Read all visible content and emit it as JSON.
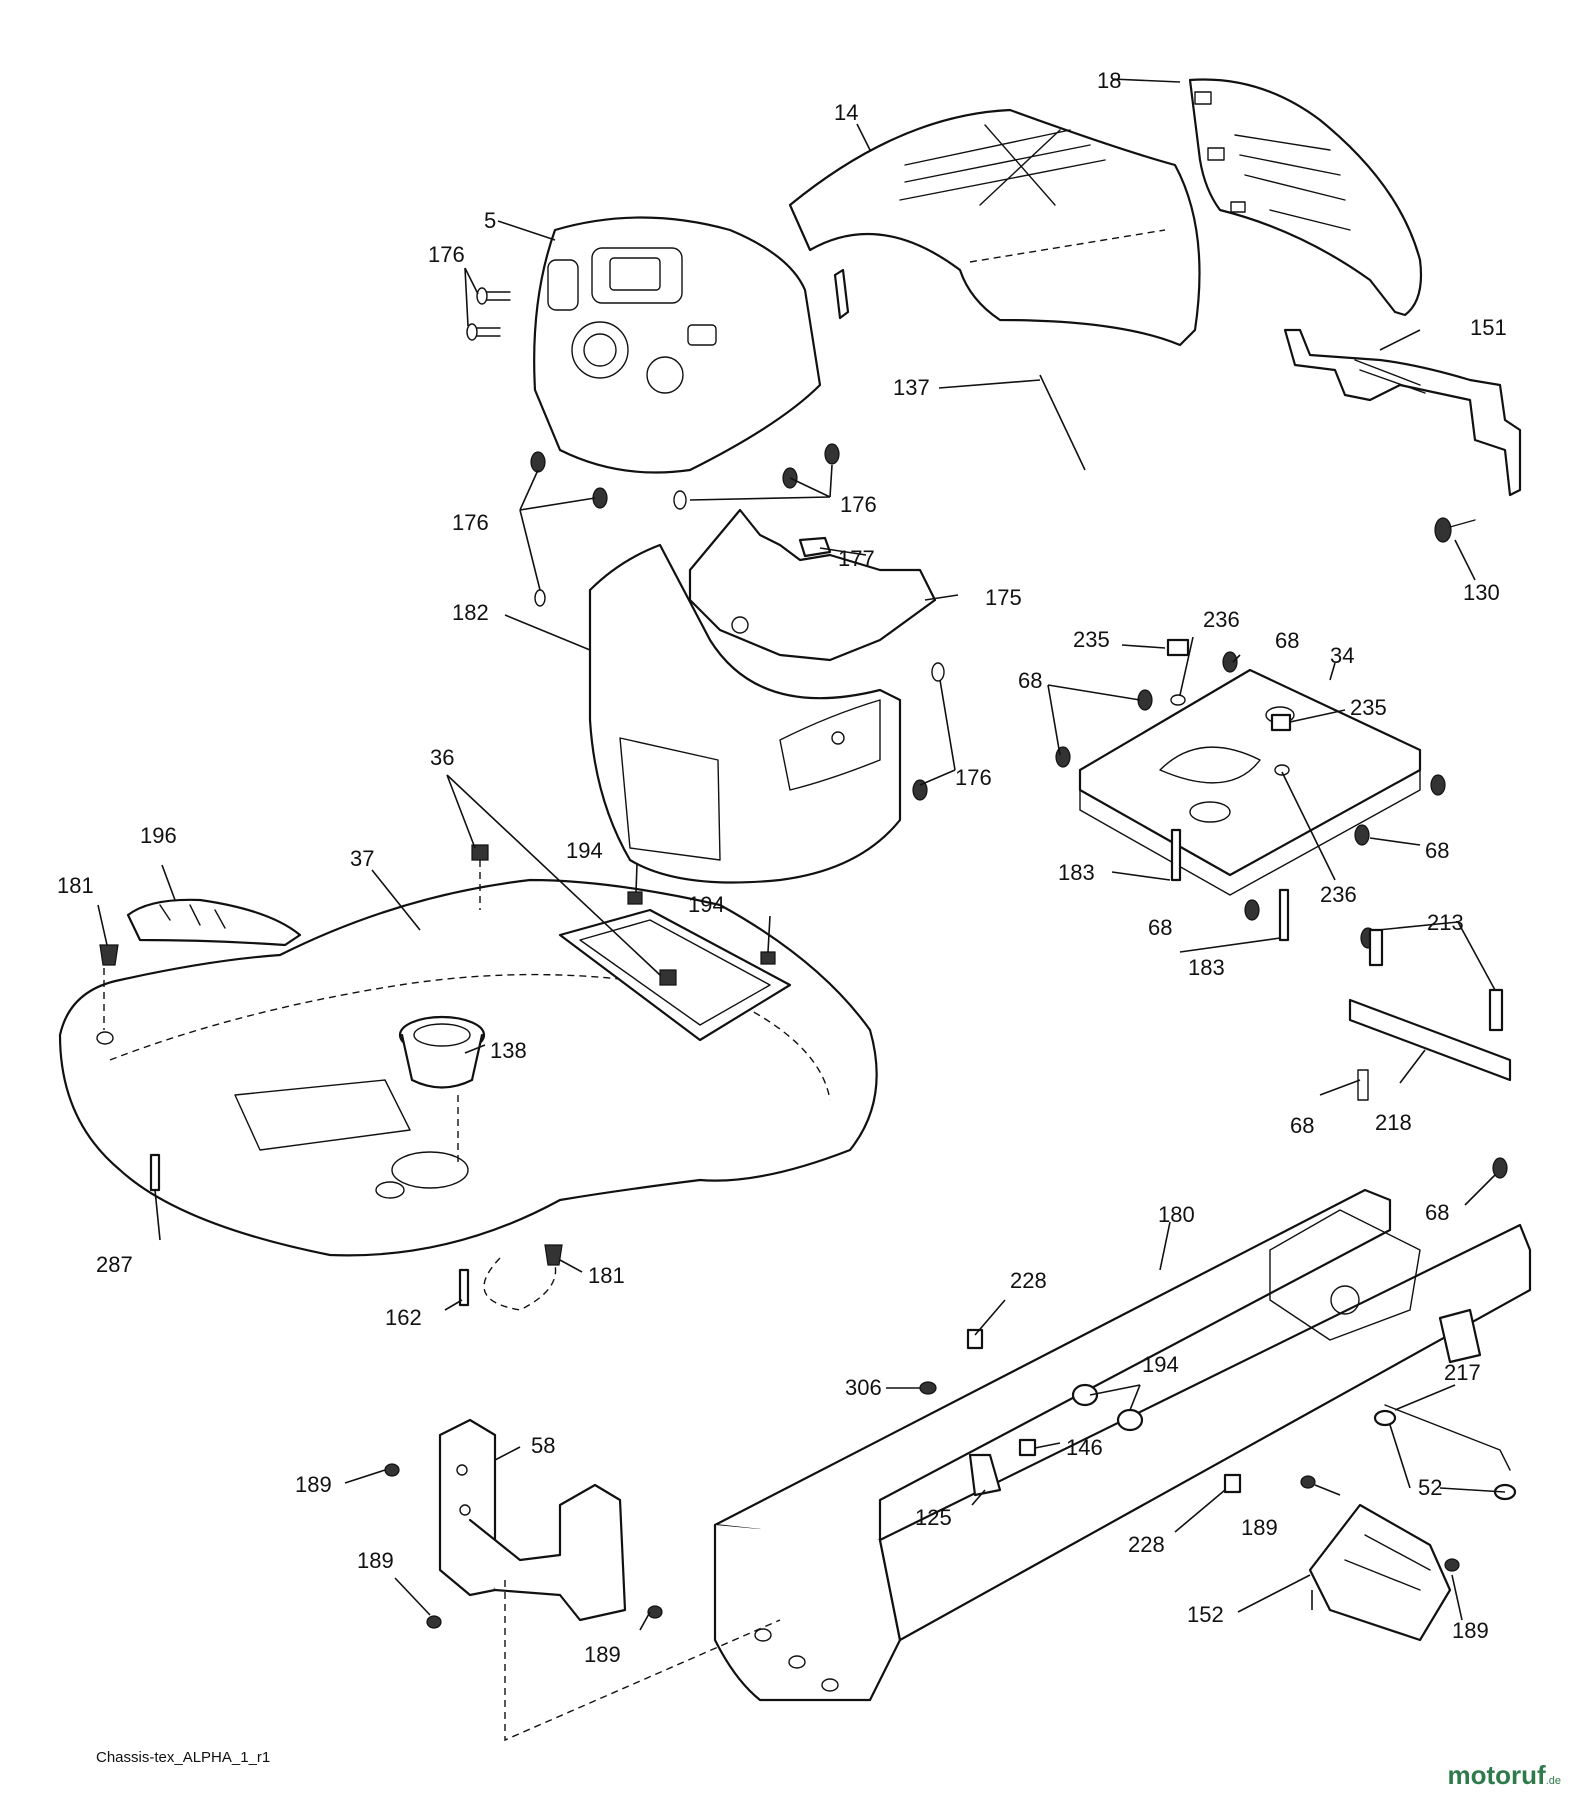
{
  "diagram": {
    "callouts": {
      "c14": "14",
      "c18": "18",
      "c5": "5",
      "c176a": "176",
      "c176b": "176",
      "c176c": "176",
      "c176d": "176",
      "c137": "137",
      "c151": "151",
      "c130": "130",
      "c177": "177",
      "c175": "175",
      "c182": "182",
      "c235a": "235",
      "c236a": "236",
      "c68a": "68",
      "c34": "34",
      "c68b": "68",
      "c235b": "235",
      "c68c": "68",
      "c183a": "183",
      "c68d": "68",
      "c236b": "236",
      "c183b": "183",
      "c213": "213",
      "c218": "218",
      "c68e": "68",
      "c68f": "68",
      "c36": "36",
      "c196": "196",
      "c37": "37",
      "c194a": "194",
      "c194b": "194",
      "c181a": "181",
      "c138": "138",
      "c287": "287",
      "c181b": "181",
      "c162": "162",
      "c180": "180",
      "c228a": "228",
      "c306": "306",
      "c194c": "194",
      "c146": "146",
      "c217": "217",
      "c58": "58",
      "c189a": "189",
      "c125": "125",
      "c52": "52",
      "c228b": "228",
      "c189b": "189",
      "c189c": "189",
      "c189d": "189",
      "c152": "152",
      "c189e": "189"
    },
    "caption": "Chassis-tex_ALPHA_1_r1"
  },
  "logo": {
    "text": "motoruf",
    "tld": ".de",
    "color": "#2f7a4a"
  }
}
